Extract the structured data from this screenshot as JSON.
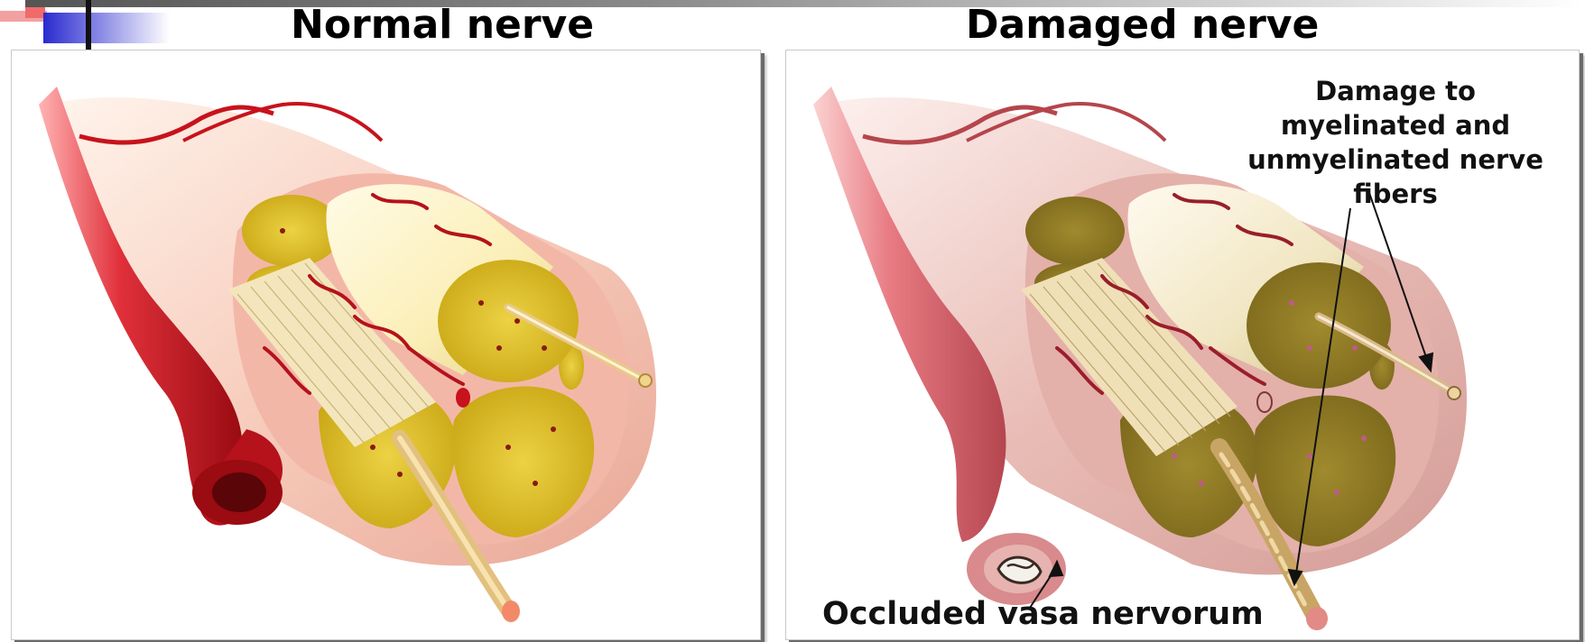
{
  "left_panel": {
    "title": "Normal nerve"
  },
  "right_panel": {
    "title": "Damaged nerve",
    "annotations": {
      "fibers_line1": "Damage to",
      "fibers_line2": "myelinated and",
      "fibers_line3": "unmyelinated nerve",
      "fibers_line4": "fibers",
      "occluded": "Occluded vasa nervorum"
    }
  },
  "colors": {
    "healthy_fascicle": "#d9b81f",
    "damaged_fascicle": "#8f7a22",
    "vessel_red": "#c8121c",
    "perineurium_pink": "#f2b7a8",
    "accent_blue": "#2a2ad0"
  }
}
